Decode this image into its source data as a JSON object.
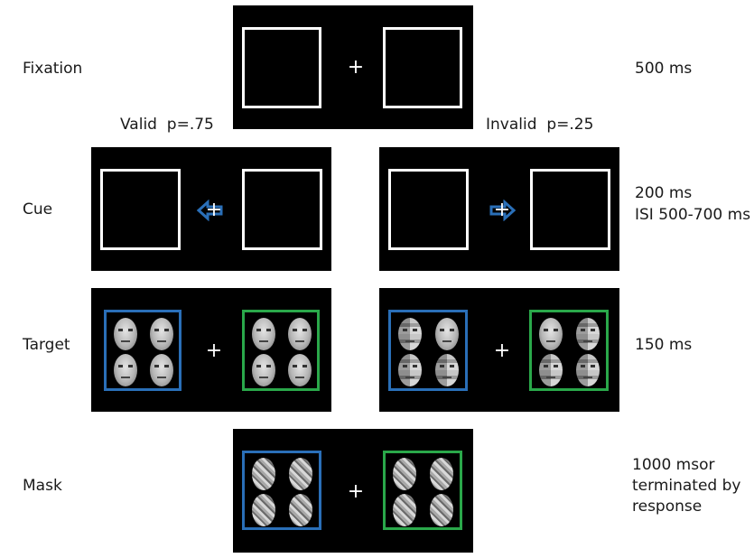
{
  "rows": {
    "fixation": {
      "label": "Fixation",
      "timing": "500 ms"
    },
    "cue": {
      "label": "Cue",
      "timing_line1": "200 ms",
      "timing_line2": "ISI 500-700 ms"
    },
    "target": {
      "label": "Target",
      "timing": "150 ms"
    },
    "mask": {
      "label": "Mask",
      "timing_line1": "1000 msor",
      "timing_line2": "terminated by",
      "timing_line3": "response"
    }
  },
  "conditions": {
    "valid": {
      "label": "Valid",
      "prob": "p=.75"
    },
    "invalid": {
      "label": "Invalid",
      "prob": "p=.25"
    }
  },
  "symbols": {
    "fixation_cross": "+"
  },
  "colors": {
    "panel": "#000000",
    "frame": "#ffffff",
    "cue_arrow": "#2a6fb8",
    "left_frame": "#2a6fb8",
    "right_frame": "#2aa84a"
  },
  "icons": [
    "fixation-cross-icon",
    "left-arrow-cue-icon",
    "right-arrow-cue-icon",
    "face-icon",
    "scrambled-face-icon",
    "noise-mask-icon"
  ]
}
